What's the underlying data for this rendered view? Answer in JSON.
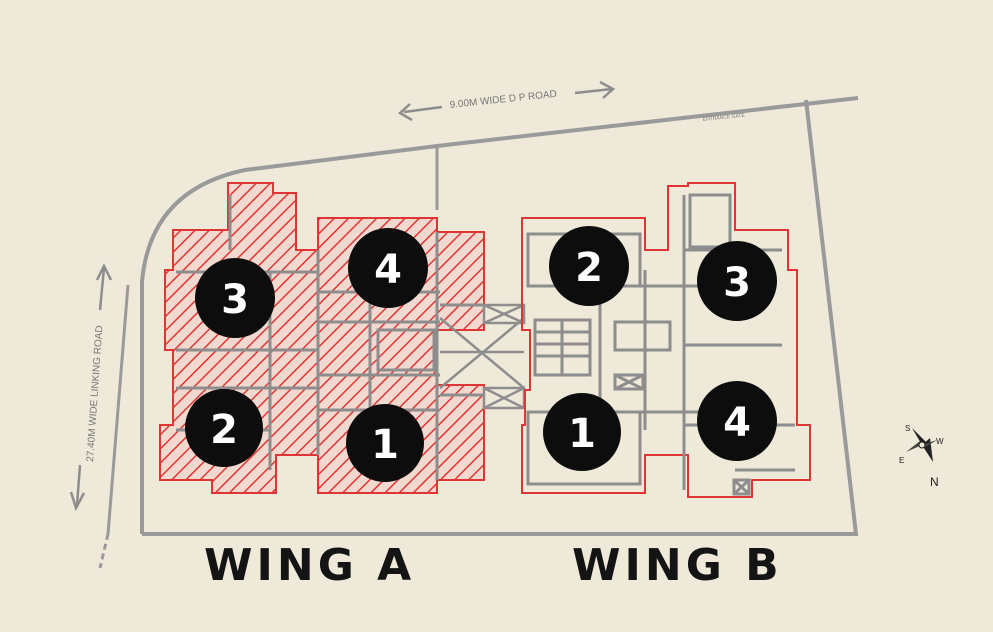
{
  "roads": {
    "top": "9.00M WIDE D P ROAD",
    "left": "27.40M WIDE LINKING ROAD",
    "small_note": "ENTRANCE GATE"
  },
  "compass": {
    "n": "N",
    "s": "S",
    "e": "E",
    "w": "W"
  },
  "wings": [
    {
      "label": "WING A",
      "highlighted": true,
      "units": [
        "1",
        "2",
        "3",
        "4"
      ]
    },
    {
      "label": "WING B",
      "highlighted": false,
      "units": [
        "1",
        "2",
        "3",
        "4"
      ]
    }
  ],
  "colors": {
    "background": "#efe9d9",
    "plot_boundary": "#999999",
    "wall": "#8d8d8d",
    "highlight": "#e03535",
    "unit_marker": "#0d0d0d",
    "unit_text": "#ffffff"
  }
}
